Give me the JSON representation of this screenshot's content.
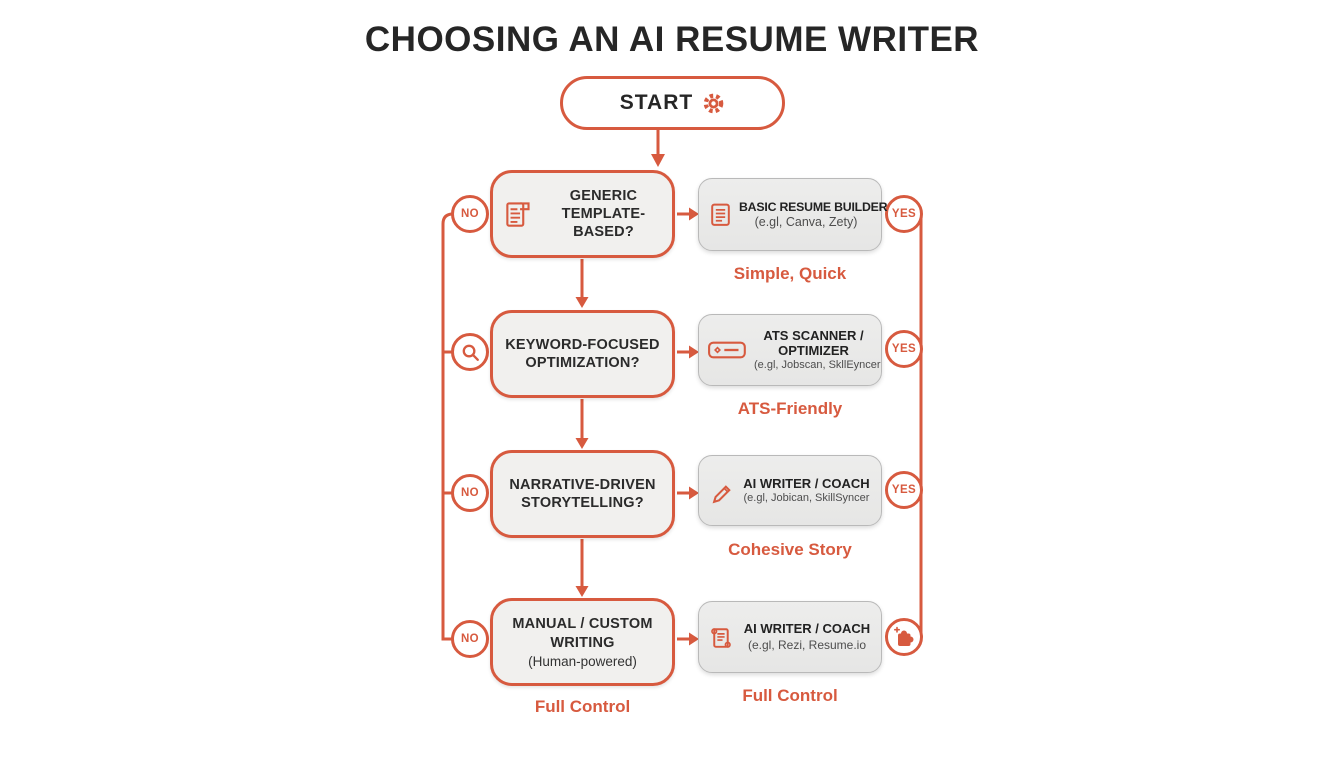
{
  "title": "CHOOSING AN AI RESUME WRITER",
  "start": {
    "label": "START",
    "icon": "gear-icon"
  },
  "colors": {
    "accent": "#d75a3f",
    "ink": "#2b2b2b",
    "decision_fill": "#f1f0ee",
    "result_fill": "#ebebea",
    "result_border": "#b9b9b9"
  },
  "rows": [
    {
      "left_badge": "NO",
      "decision_title": "GENERIC\nTEMPLATE-BASED?",
      "decision_icon": "template-document-icon",
      "result_title": "BASIC RESUME BUILDER",
      "result_subtitle": "(e.gl, Canva, Zety)",
      "result_icon": "document-icon",
      "right_badge": "YES",
      "caption": "Simple, Quick"
    },
    {
      "left_icon": "magnifier-icon",
      "decision_title": "KEYWORD-FOCUSED\nOPTIMIZATION?",
      "result_title": "ATS SCANNER /\nOPTIMIZER",
      "result_subtitle": "(e.gl, Jobscan, SkllEyncer",
      "result_icon": "scanner-icon",
      "right_badge": "YES",
      "caption": "ATS-Friendly"
    },
    {
      "left_badge": "NO",
      "decision_title": "NARRATIVE-DRIVEN\nSTORYTELLING?",
      "result_title": "AI WRITER / COACH",
      "result_subtitle": "(e.gl, Jobican, SkillSyncer",
      "result_icon": "pencil-icon",
      "right_badge": "YES",
      "caption": "Cohesive Story"
    },
    {
      "left_badge": "NO",
      "decision_title": "MANUAL / CUSTOM\nWRITING",
      "decision_subtitle": "(Human-powered)",
      "decision_caption": "Full Control",
      "result_title": "AI WRITER / COACH",
      "result_subtitle": "(e.gl, Rezi, Resume.io",
      "result_icon": "scroll-icon",
      "right_icon": "puzzle-icon",
      "caption": "Full Control"
    }
  ]
}
